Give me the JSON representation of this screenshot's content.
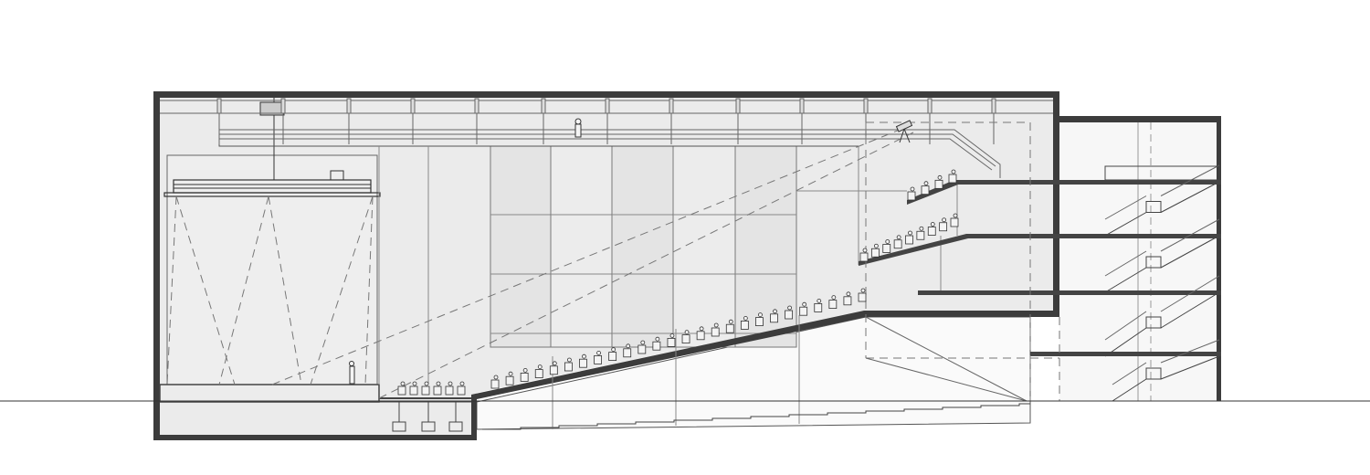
{
  "drawing": {
    "type": "architectural-section",
    "subject": "theatre-auditorium"
  },
  "colors": {
    "wall": "#3c3c3c",
    "interior": "#ebebeb",
    "annex": "#f7f7f7",
    "line": "#555555",
    "dash": "#777777",
    "panel": "#e2e2e2"
  },
  "seating": {
    "stalls_rows": 26,
    "pit_rows": 6,
    "balcony_1_rows": 9,
    "balcony_2_rows": 4
  }
}
